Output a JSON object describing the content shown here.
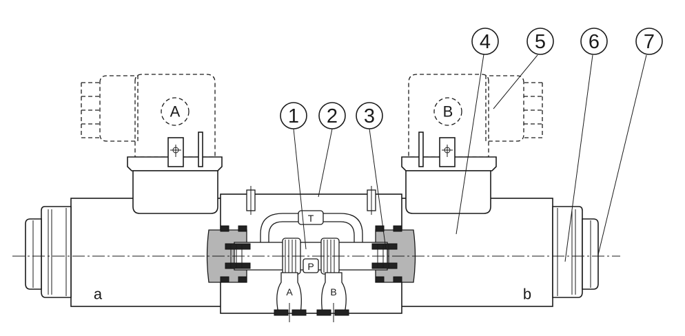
{
  "solenoids": {
    "left_label": "A",
    "right_label": "B"
  },
  "ports": {
    "tank": "T",
    "pressure": "P",
    "port_a": "A",
    "port_b": "B"
  },
  "ends": {
    "left": "a",
    "right": "b"
  },
  "callouts": [
    {
      "number": "1"
    },
    {
      "number": "2"
    },
    {
      "number": "3"
    },
    {
      "number": "4"
    },
    {
      "number": "5"
    },
    {
      "number": "6"
    },
    {
      "number": "7"
    }
  ]
}
